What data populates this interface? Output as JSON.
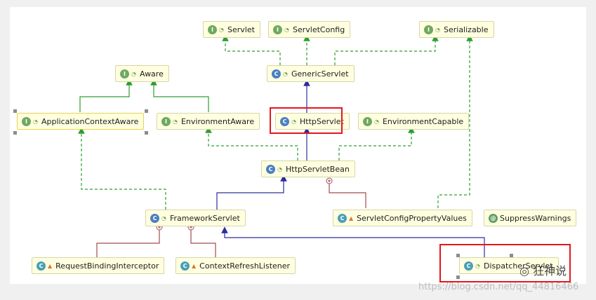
{
  "diagram": {
    "nodes": {
      "servlet": {
        "label": "Servlet",
        "kind": "interface"
      },
      "servlet_config": {
        "label": "ServletConfig",
        "kind": "interface"
      },
      "serializable": {
        "label": "Serializable",
        "kind": "interface"
      },
      "aware": {
        "label": "Aware",
        "kind": "interface"
      },
      "generic_servlet": {
        "label": "GenericServlet",
        "kind": "abstract-class"
      },
      "application_context_aware": {
        "label": "ApplicationContextAware",
        "kind": "interface"
      },
      "environment_aware": {
        "label": "EnvironmentAware",
        "kind": "interface"
      },
      "http_servlet": {
        "label": "HttpServlet",
        "kind": "abstract-class"
      },
      "environment_capable": {
        "label": "EnvironmentCapable",
        "kind": "interface"
      },
      "http_servlet_bean": {
        "label": "HttpServletBean",
        "kind": "abstract-class"
      },
      "framework_servlet": {
        "label": "FrameworkServlet",
        "kind": "abstract-class"
      },
      "servlet_config_property_values": {
        "label": "ServletConfigPropertyValues",
        "kind": "inner-class"
      },
      "suppress_warnings": {
        "label": "SuppressWarnings",
        "kind": "annotation"
      },
      "request_binding_interceptor": {
        "label": "RequestBindingInterceptor",
        "kind": "class"
      },
      "context_refresh_listener": {
        "label": "ContextRefreshListener",
        "kind": "class"
      },
      "dispatcher_servlet": {
        "label": "DispatcherServlet",
        "kind": "class"
      }
    },
    "edges": [
      {
        "from": "generic_servlet",
        "to": "servlet",
        "type": "implements"
      },
      {
        "from": "generic_servlet",
        "to": "servlet_config",
        "type": "implements"
      },
      {
        "from": "generic_servlet",
        "to": "serializable",
        "type": "implements"
      },
      {
        "from": "application_context_aware",
        "to": "aware",
        "type": "extends"
      },
      {
        "from": "environment_aware",
        "to": "aware",
        "type": "extends"
      },
      {
        "from": "http_servlet",
        "to": "generic_servlet",
        "type": "extends"
      },
      {
        "from": "http_servlet_bean",
        "to": "http_servlet",
        "type": "extends"
      },
      {
        "from": "http_servlet_bean",
        "to": "environment_aware",
        "type": "implements"
      },
      {
        "from": "http_servlet_bean",
        "to": "environment_capable",
        "type": "implements"
      },
      {
        "from": "servlet_config_property_values",
        "to": "http_servlet_bean",
        "type": "inner"
      },
      {
        "from": "servlet_config_property_values",
        "to": "serializable",
        "type": "implements"
      },
      {
        "from": "framework_servlet",
        "to": "http_servlet_bean",
        "type": "extends"
      },
      {
        "from": "framework_servlet",
        "to": "application_context_aware",
        "type": "implements"
      },
      {
        "from": "request_binding_interceptor",
        "to": "framework_servlet",
        "type": "inner"
      },
      {
        "from": "context_refresh_listener",
        "to": "framework_servlet",
        "type": "inner"
      },
      {
        "from": "dispatcher_servlet",
        "to": "framework_servlet",
        "type": "extends"
      }
    ],
    "highlighted": [
      "http_servlet",
      "dispatcher_servlet"
    ],
    "colors": {
      "extends": "#2d2d9a",
      "implements": "#2e9e2e",
      "inner": "#a34b4b",
      "highlight": "#e5161b"
    }
  },
  "watermark": {
    "url": "https://blog.csdn.net/qq_44816466",
    "brand": "狂神说"
  }
}
